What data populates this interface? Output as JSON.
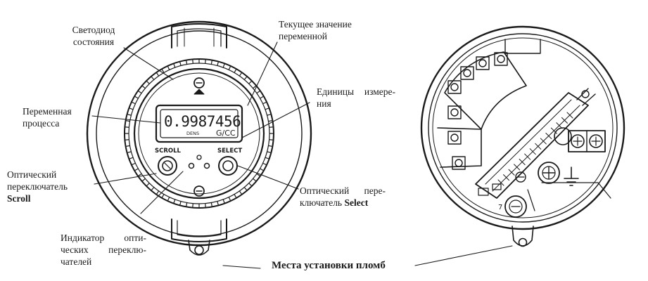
{
  "labels": {
    "status_led": [
      "Светодиод",
      "состояния"
    ],
    "current_value": [
      "Текущее значение",
      "переменной"
    ],
    "units": [
      "Единицы измере-",
      "ния"
    ],
    "process_variable": [
      "Переменная",
      "процесса"
    ],
    "optical_scroll": [
      "Оптический",
      "переключатель"
    ],
    "scroll_word": "Scroll",
    "optical_select": [
      "Оптический пере-",
      "ключатель"
    ],
    "select_word": "Select",
    "optical_indicator": [
      "Индикатор опти-",
      "ческих переклю-",
      "чателей"
    ],
    "seal_places": "Места установки пломб"
  },
  "display": {
    "value": "0.9987456",
    "sub": "DENS",
    "unit": "G/CC",
    "scroll_btn": "SCROLL",
    "select_btn": "SELECT"
  },
  "terminals": {
    "number_label": "7"
  }
}
